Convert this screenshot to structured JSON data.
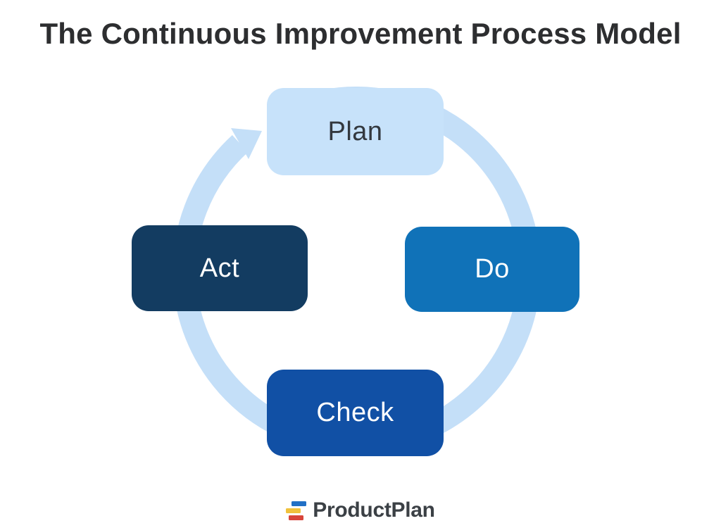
{
  "title": "The Continuous Improvement Process Model",
  "diagram": {
    "type": "cycle",
    "direction": "clockwise",
    "cycle_arrow_color": "#c4dff8",
    "steps": [
      {
        "id": "plan",
        "label": "Plan",
        "bg": "#c7e2fa",
        "text_color": "#33383e",
        "position": "top"
      },
      {
        "id": "do",
        "label": "Do",
        "bg": "#1072b8",
        "text_color": "#ffffff",
        "position": "right"
      },
      {
        "id": "check",
        "label": "Check",
        "bg": "#1150a5",
        "text_color": "#ffffff",
        "position": "bottom"
      },
      {
        "id": "act",
        "label": "Act",
        "bg": "#133c61",
        "text_color": "#ffffff",
        "position": "left"
      }
    ]
  },
  "footer": {
    "brand_name": "ProductPlan",
    "logo_bar_colors": {
      "top": "#2170c5",
      "middle": "#f0c13c",
      "bottom": "#d8453a"
    }
  }
}
